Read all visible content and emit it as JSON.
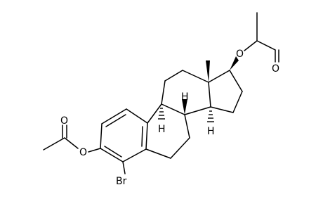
{
  "molecule": {
    "atom_labels": {
      "o_17": "O",
      "o_ester17": "O",
      "o_3": "O",
      "o_ester3": "O",
      "br": "Br",
      "h_9": "H",
      "h_8": "H",
      "h_14": "H"
    }
  }
}
